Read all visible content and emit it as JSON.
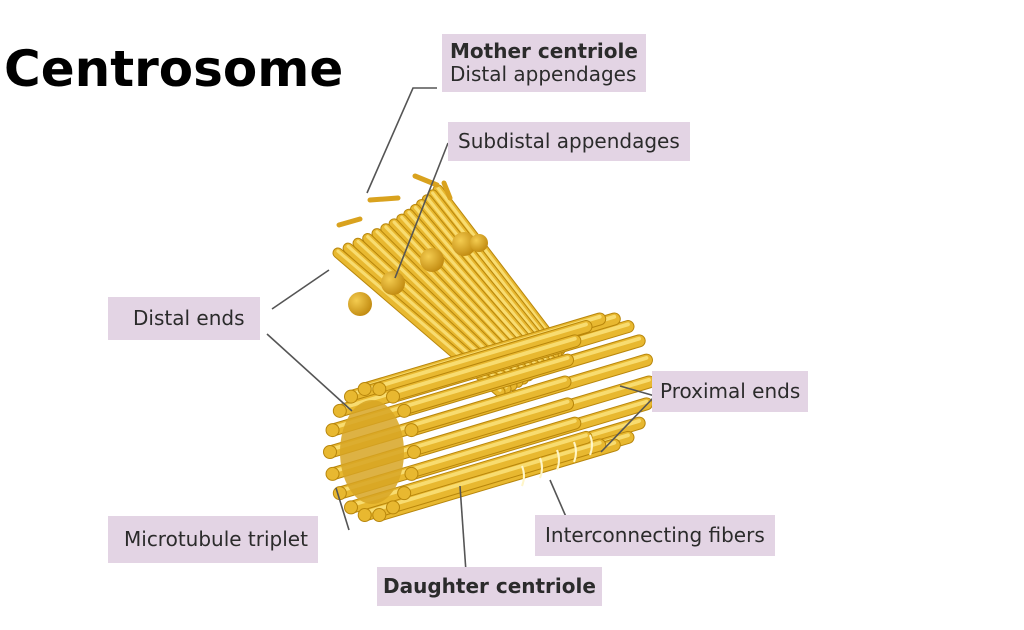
{
  "title": "Centrosome",
  "labels": {
    "mother_centriole": "Mother centriole",
    "distal_appendages": "Distal appendages",
    "subdistal_appendages": "Subdistal appendages",
    "distal_ends": "Distal ends",
    "proximal_ends": "Proximal ends",
    "microtubule_triplet": "Microtubule triplet",
    "interconnecting_fibers": "Interconnecting fibers",
    "daughter_centriole": "Daughter centriole"
  },
  "colors": {
    "tube_base": "#e8b830",
    "tube_light": "#f8dc70",
    "tube_dark": "#b8860b",
    "label_bg": "#e3d4e4",
    "leader": "#555555"
  }
}
